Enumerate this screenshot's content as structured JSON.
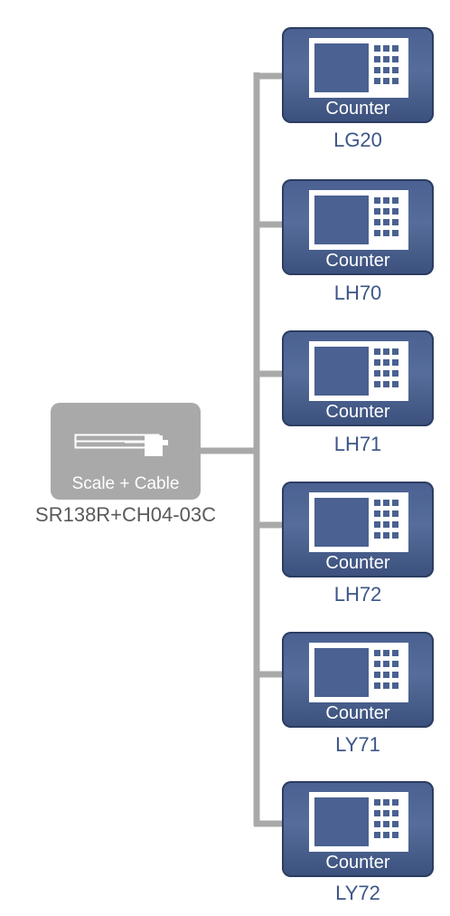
{
  "source": {
    "caption": "Scale + Cable",
    "model": "SR138R+CH04-03C"
  },
  "counters": [
    {
      "caption": "Counter",
      "model": "LG20"
    },
    {
      "caption": "Counter",
      "model": "LH70"
    },
    {
      "caption": "Counter",
      "model": "LH71"
    },
    {
      "caption": "Counter",
      "model": "LH72"
    },
    {
      "caption": "Counter",
      "model": "LY71"
    },
    {
      "caption": "Counter",
      "model": "LY72"
    }
  ],
  "colors": {
    "connector": "#a9a9a9",
    "scale_box": "#a9a9a9",
    "counter_box": "#4a6191",
    "counter_label": "#3d5688",
    "scale_label": "#5a5a5a"
  }
}
